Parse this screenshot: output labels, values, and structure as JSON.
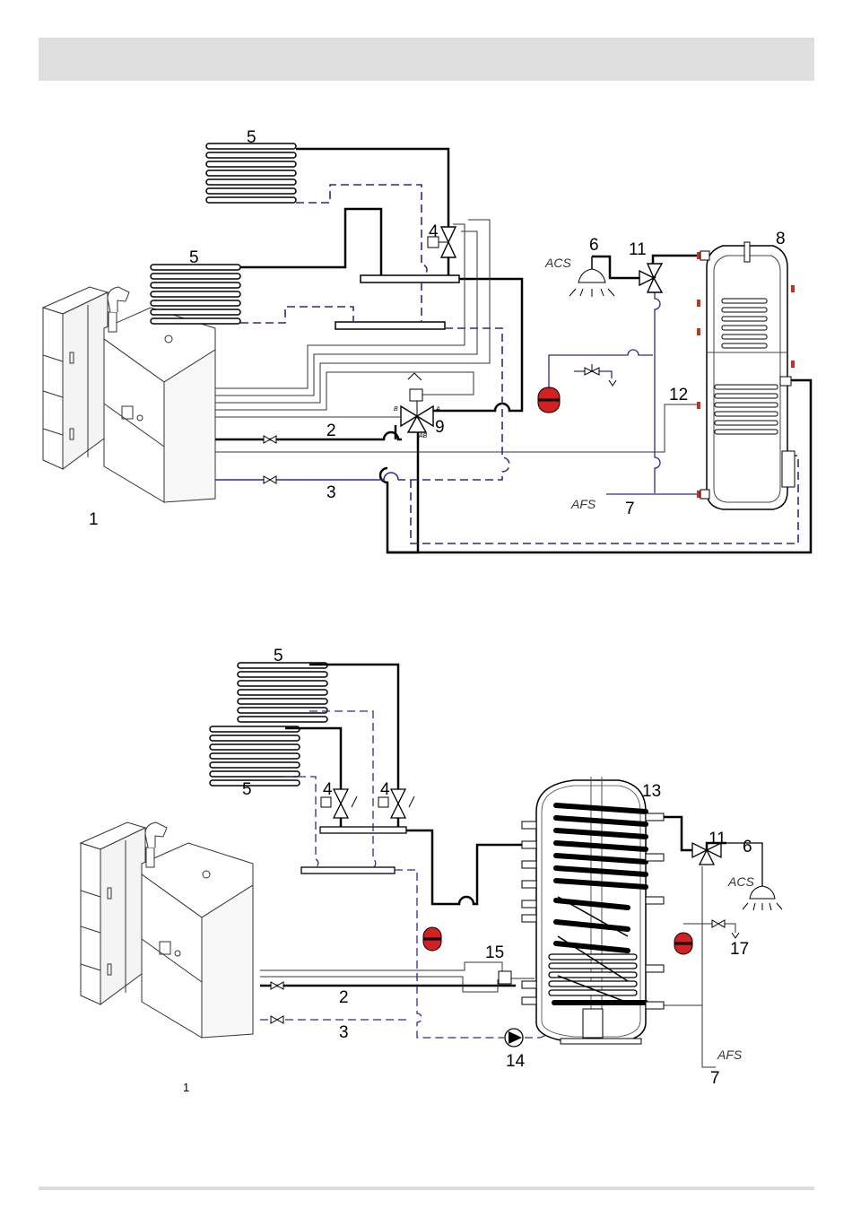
{
  "colors": {
    "flow": "#000000",
    "return": "#2c2c8c",
    "thin": "#333333",
    "expansion_tank": "#d42020",
    "header_band": "#dedede"
  },
  "diagram1": {
    "labels": {
      "boiler": "1",
      "flow": "2",
      "return": "3",
      "zone_valve": "4",
      "radiator_top": "5",
      "radiator_bottom": "5",
      "dhw_outlet": "6",
      "cold_water": "7",
      "solar_tank": "8",
      "mixing_valve": "9",
      "thermostatic_valve": "11",
      "sensor": "12"
    },
    "text": {
      "acs": "ACS",
      "afs": "AFS",
      "port_b": "B",
      "port_a": "A",
      "port_ab": "AB"
    }
  },
  "diagram2": {
    "labels": {
      "boiler": "1",
      "flow": "2",
      "return": "3",
      "zone_valve_left": "4",
      "zone_valve_right": "4",
      "radiator_top": "5",
      "radiator_left": "5",
      "dhw_outlet": "6",
      "cold_water": "7",
      "thermostatic_valve": "11",
      "buffer_tank": "13",
      "pump": "14",
      "controller": "15",
      "safety_valve": "17"
    },
    "text": {
      "acs": "ACS",
      "afs": "AFS"
    }
  }
}
